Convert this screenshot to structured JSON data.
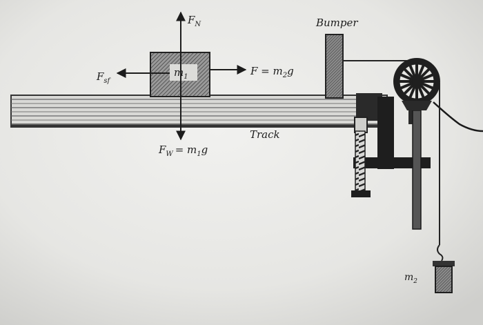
{
  "diagram": {
    "labels": {
      "normal_force": "F",
      "normal_force_sub": "N",
      "friction_force": "F",
      "friction_force_sub": "sf",
      "block_mass": "m",
      "block_mass_sub": "1",
      "tension_force": "F = m",
      "tension_force_sub": "2",
      "tension_force_tail": "g",
      "weight_force": "F",
      "weight_force_sub": "W",
      "weight_force_eq": "= m",
      "weight_force_eq_sub": "1",
      "weight_force_tail": "g",
      "bumper": "Bumper",
      "track": "Track",
      "hanging_mass": "m",
      "hanging_mass_sub": "2"
    }
  }
}
